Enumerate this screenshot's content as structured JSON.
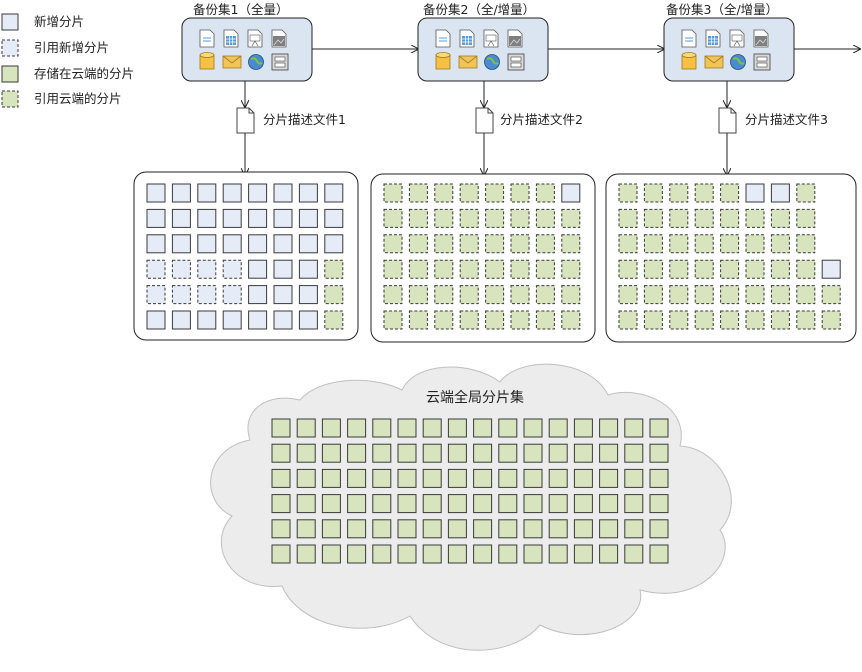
{
  "legend": [
    {
      "label": "新增分片",
      "style": "new"
    },
    {
      "label": "引用新增分片",
      "style": "ref-new"
    },
    {
      "label": "存储在云端的分片",
      "style": "cloud"
    },
    {
      "label": "引用云端的分片",
      "style": "ref-cloud"
    }
  ],
  "backup_sets": [
    {
      "title": "备份集1（全量）",
      "descriptor_label": "分片描述文件1",
      "grid_rows": [
        [
          "N",
          "N",
          "N",
          "N",
          "N",
          "N",
          "N",
          "N"
        ],
        [
          "N",
          "N",
          "N",
          "N",
          "N",
          "N",
          "N",
          "N"
        ],
        [
          "N",
          "N",
          "N",
          "N",
          "N",
          "N",
          "N",
          "N"
        ],
        [
          "RN",
          "RN",
          "RN",
          "RN",
          "N",
          "N",
          "N",
          "RC"
        ],
        [
          "RN",
          "RN",
          "RN",
          "RN",
          "N",
          "N",
          "N",
          "RC"
        ],
        [
          "N",
          "N",
          "N",
          "N",
          "N",
          "N",
          "N",
          "RC"
        ]
      ]
    },
    {
      "title": "备份集2（全/增量）",
      "descriptor_label": "分片描述文件2",
      "grid_rows": [
        [
          "RC",
          "RC",
          "RC",
          "RC",
          "RC",
          "RC",
          "RC",
          "N"
        ],
        [
          "RC",
          "RC",
          "RC",
          "RC",
          "RC",
          "RC",
          "RC",
          "RC"
        ],
        [
          "RC",
          "RC",
          "RC",
          "RC",
          "RC",
          "RC",
          "RC",
          "RC"
        ],
        [
          "RC",
          "RC",
          "RC",
          "RC",
          "RC",
          "RC",
          "RC",
          "RC"
        ],
        [
          "RC",
          "RC",
          "RC",
          "RC",
          "RC",
          "RC",
          "RC",
          "RC"
        ],
        [
          "RC",
          "RC",
          "RC",
          "RC",
          "RC",
          "RC",
          "RC",
          "RC"
        ]
      ]
    },
    {
      "title": "备份集3（全/增量）",
      "descriptor_label": "分片描述文件3",
      "grid_rows": [
        [
          "RC",
          "RC",
          "RC",
          "RC",
          "RC",
          "N",
          "N",
          "RC"
        ],
        [
          "RC",
          "RC",
          "RC",
          "RC",
          "RC",
          "RC",
          "RC",
          "RC"
        ],
        [
          "RC",
          "RC",
          "RC",
          "RC",
          "RC",
          "RC",
          "RC",
          "RC"
        ],
        [
          "RC",
          "RC",
          "RC",
          "RC",
          "RC",
          "RC",
          "RC",
          "RC",
          "N"
        ],
        [
          "RC",
          "RC",
          "RC",
          "RC",
          "RC",
          "RC",
          "RC",
          "RC",
          "RC"
        ],
        [
          "RC",
          "RC",
          "RC",
          "RC",
          "RC",
          "RC",
          "RC",
          "RC",
          "RC"
        ]
      ]
    }
  ],
  "file_icons": [
    "document-icon",
    "spreadsheet-icon",
    "presentation-icon",
    "image-icon",
    "database-icon",
    "mail-icon",
    "web-icon",
    "archive-icon"
  ],
  "cloud": {
    "title": "云端全局分片集",
    "rows": 6,
    "cols": 16
  },
  "colors": {
    "new_fill": "#e6ecf7",
    "cloud_fill": "#d7e4bd",
    "square_stroke": "#3a3a3a",
    "backup_box_fill": "#dbe5f1",
    "cloud_shape_fill": "#ececec",
    "cloud_shape_stroke": "#bfbfbf",
    "panel_stroke": "#222222"
  }
}
